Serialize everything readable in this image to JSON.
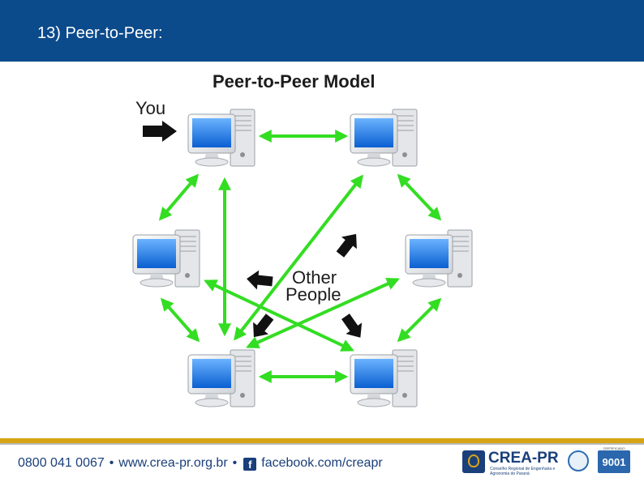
{
  "slide": {
    "title": "13) Peer-to-Peer:"
  },
  "diagram": {
    "title": "Peer-to-Peer Model",
    "you_label": "You",
    "other_label_line1": "Other",
    "other_label_line2": "People",
    "nodes": [
      "computer-top-left",
      "computer-top-right",
      "computer-mid-left",
      "computer-mid-right",
      "computer-bottom-left",
      "computer-bottom-right"
    ],
    "connection_color": "#33dd22",
    "arrow_color": "#111111"
  },
  "footer": {
    "phone": "0800 041 0067",
    "website": "www.crea-pr.org.br",
    "facebook": "facebook.com/creapr",
    "logo_text": "CREA-PR",
    "logo_subtext": "Conselho Regional de Engenharia e Agronomia do Paraná",
    "cert_top": "CERTIFICADO",
    "cert_number": "9001"
  },
  "colors": {
    "header_blue": "#0b4a8b",
    "footer_gold": "#d7a416",
    "footer_blue": "#1a3f7a"
  }
}
